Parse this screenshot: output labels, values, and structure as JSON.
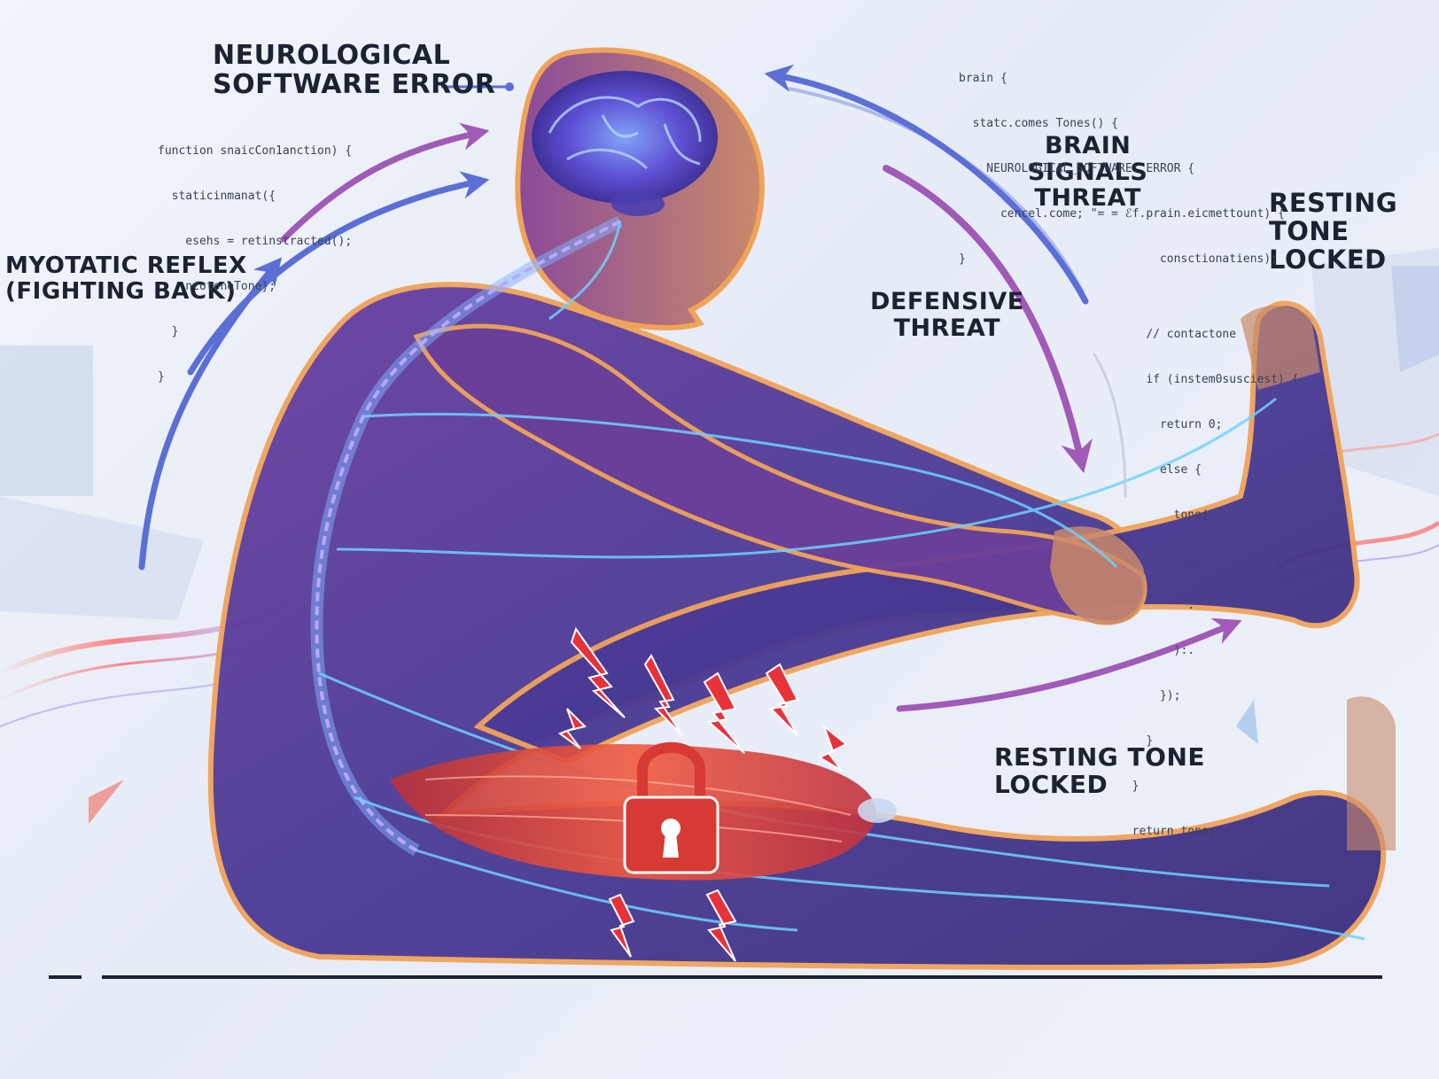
{
  "labels": {
    "neuro_error": [
      "NEUROLOGICAL",
      "SOFTWARE ERROR"
    ],
    "myotatic": [
      "MYOTATIC REFLEX",
      "(FIGHTING BACK)"
    ],
    "brain_signals": [
      "BRAIN",
      "SIGNALS",
      "THREAT"
    ],
    "defensive": [
      "DEFENSIVE",
      "THREAT"
    ],
    "resting_top": [
      "RESTING TONE",
      "LOCKED"
    ],
    "resting_bottom": [
      "RESTING TONE",
      "LOCKED"
    ]
  },
  "code_left": [
    "function snaicCon1anction) {",
    "  staticinmanat({",
    "    esehs = retinstracted();",
    "    ncotoneTone};",
    "  }",
    "}"
  ],
  "code_right": [
    "brain {",
    "  statc.comes Tones() {",
    "    NEUROLOGICAL_SOFTWARE: ERROR {",
    "      cencel.come; \"= = ℰf.prain.eicmettount) {",
    "}                            consctionatiens);",
    "",
    "                           // contactone",
    "                           if (instem0susciest) {",
    "                             return 0;",
    "                             else {",
    "                               tone(",
    "                                 ..",
    "                                 .",
    "                               ):.",
    "                             });",
    "                           }",
    "                         }",
    "                         return tone;",
    "                       }"
  ],
  "colors": {
    "ink": "#1d2233",
    "arrow_blue": "#5b6fd6",
    "arrow_purple": "#a05ab8",
    "nerve": "#6fd0ff",
    "muscle": "#e0443a",
    "lock": "#d63a32",
    "body_fill": "#5b3f9a",
    "body_outline": "#f0a35a"
  },
  "icons": [
    "brain-icon",
    "lock-icon",
    "lightning-bolt-icon",
    "spine-icon"
  ]
}
